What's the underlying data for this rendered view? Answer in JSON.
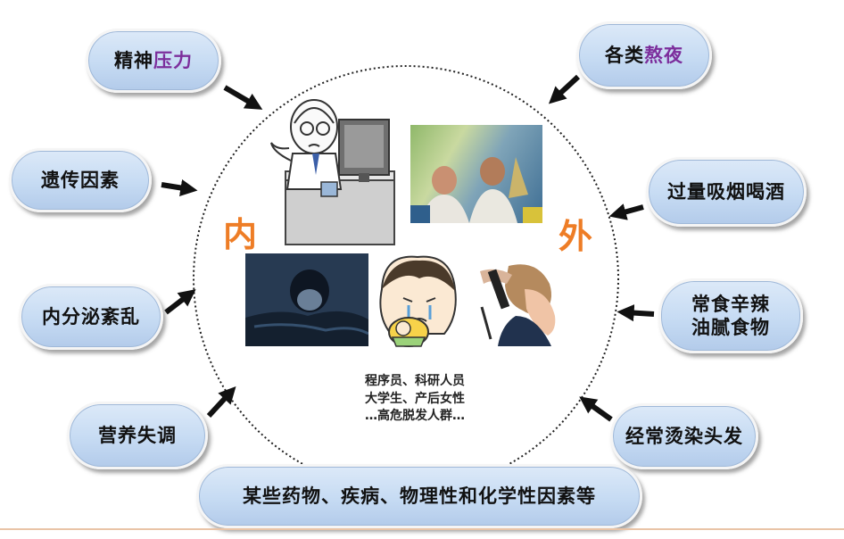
{
  "center": {
    "inner_label": "内",
    "outer_label": "外",
    "note_lines": [
      "程序员、科研人员",
      "大学生、产后女性",
      "…高危脱发人群…"
    ]
  },
  "internal_factors": [
    {
      "text": "精神",
      "accent": "压力"
    },
    {
      "text": "遗传因素"
    },
    {
      "text": "内分泌紊乱"
    },
    {
      "text": "营养失调"
    }
  ],
  "external_factors": [
    {
      "text": "各类",
      "accent": "熬夜"
    },
    {
      "text": "过量吸烟喝酒"
    },
    {
      "lines": [
        "常食辛辣",
        "油腻食物"
      ]
    },
    {
      "text": "经常烫染头发"
    }
  ],
  "bottom_banner": "某些药物、疾病、物理性和化学性因素等",
  "colors": {
    "accent": "#7c2e9c",
    "label_orange": "#ee7d26",
    "pill_blue": "#c6dbf3"
  }
}
